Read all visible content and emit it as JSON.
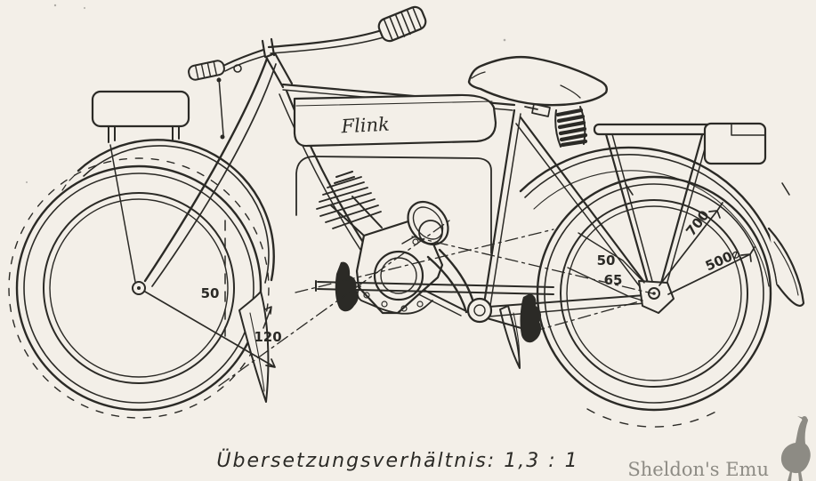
{
  "drawing": {
    "logo": "Flink",
    "caption": "Übersetzungsverhältnis: 1,3 : 1",
    "dims": {
      "trail": "50",
      "fender_radius": "120",
      "rear_a": "50",
      "rear_b": "65",
      "fender_dia": "700",
      "wheel_dia": "500⌀"
    },
    "colors": {
      "paper": "#f3efe8",
      "ink": "#2b2a26",
      "watermark": "#8d8b84"
    }
  },
  "watermark": {
    "label": "Sheldon's Emu",
    "icon": "emu-icon"
  }
}
